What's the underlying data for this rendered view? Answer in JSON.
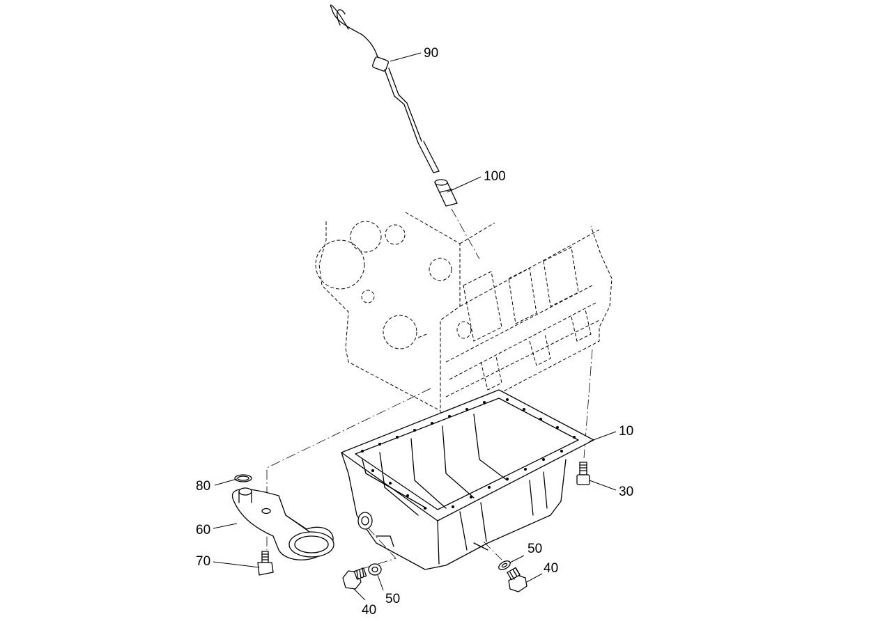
{
  "callouts": {
    "c90": "90",
    "c100": "100",
    "c10": "10",
    "c30": "30",
    "c80": "80",
    "c60": "60",
    "c70": "70",
    "c50_right": "50",
    "c40_right": "40",
    "c50_bottom": "50",
    "c40_bottom": "40"
  }
}
